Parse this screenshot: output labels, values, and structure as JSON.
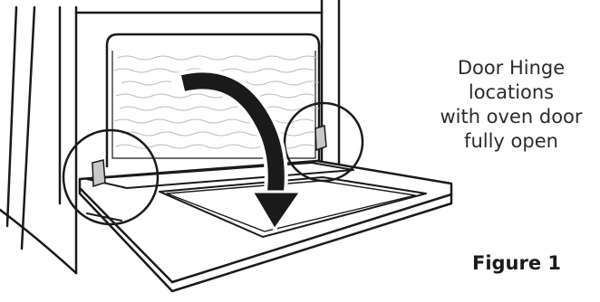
{
  "caption": {
    "lines": [
      "Door Hinge",
      "locations",
      "with oven door",
      "fully open"
    ]
  },
  "figure_label": "Figure 1",
  "colors": {
    "line": "#1a1a1a",
    "hinge_fill": "#c8c8c8",
    "texture": "#bdbdbd",
    "background": "#ffffff"
  }
}
